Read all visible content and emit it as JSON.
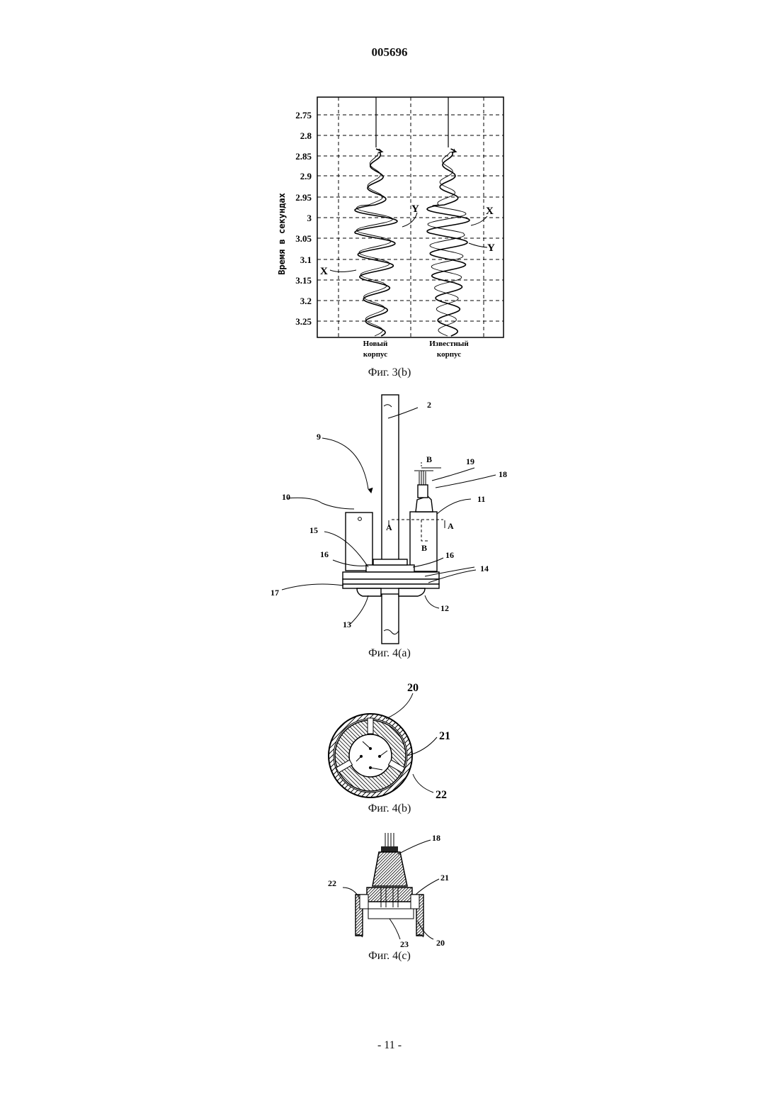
{
  "header": {
    "doc_number": "005696"
  },
  "figure_3b": {
    "caption": "Фиг. 3(b)",
    "y_axis_label": "Время в секундах",
    "y_ticks": [
      "2.75",
      "2.8",
      "2.85",
      "2.9",
      "2.95",
      "3",
      "3.05",
      "3.1",
      "3.15",
      "3.2",
      "3.25"
    ],
    "trace_labels": [
      {
        "line1": "Новый",
        "line2": "корпус"
      },
      {
        "line1": "Известный",
        "line2": "корпус"
      }
    ],
    "markers": {
      "x": "X",
      "y": "Y"
    }
  },
  "figure_4a": {
    "caption": "Фиг. 4(a)",
    "labels": {
      "l2": "2",
      "l9": "9",
      "l10": "10",
      "l11": "11",
      "l12": "12",
      "l13": "13",
      "l14": "14",
      "l15": "15",
      "l16a": "16",
      "l16b": "16",
      "l17": "17",
      "l18": "18",
      "l19": "19",
      "a1": "A",
      "a2": "A",
      "b1": "B",
      "b2": "B"
    }
  },
  "figure_4b": {
    "caption": "Фиг. 4(b)",
    "labels": {
      "l20": "20",
      "l21": "21",
      "l22": "22"
    }
  },
  "figure_4c": {
    "caption": "Фиг. 4(c)",
    "labels": {
      "l18": "18",
      "l20": "20",
      "l21": "21",
      "l22": "22",
      "l23": "23"
    }
  },
  "footer": {
    "page_number": "- 11 -"
  }
}
